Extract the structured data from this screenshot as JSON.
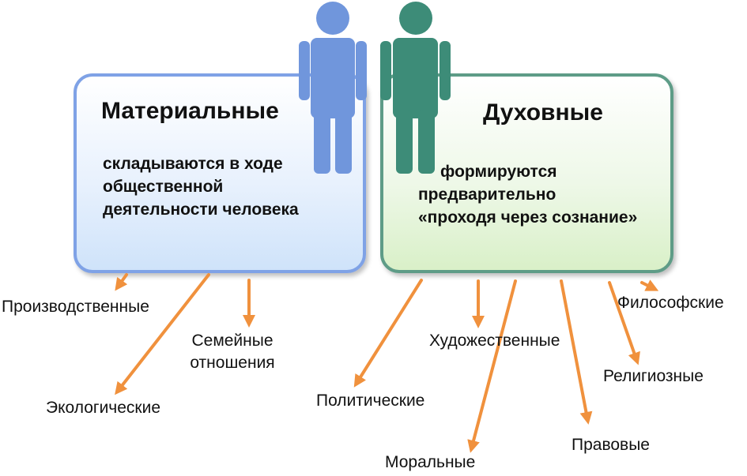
{
  "left_box": {
    "title": "Материальные",
    "line1": "складываются в ходе",
    "line2": "общественной",
    "line3": "деятельности человека"
  },
  "right_box": {
    "title": "Духовные",
    "line1": "формируются",
    "line2": "предварительно",
    "line3": "«проходя через сознание»"
  },
  "labels": {
    "production": "Производственные",
    "family_1": "Семейные",
    "family_2": "отношения",
    "ecological": "Экологические",
    "political": "Политические",
    "artistic": "Художественные",
    "moral": "Моральные",
    "legal": "Правовые",
    "religious": "Религиозные",
    "philosophical": "Философские"
  },
  "colors": {
    "left_border": "#7fa2e6",
    "right_border": "#5e9c87",
    "person_left": "#7096dc",
    "person_right": "#3d8c78",
    "arrow": "#f0913d"
  }
}
